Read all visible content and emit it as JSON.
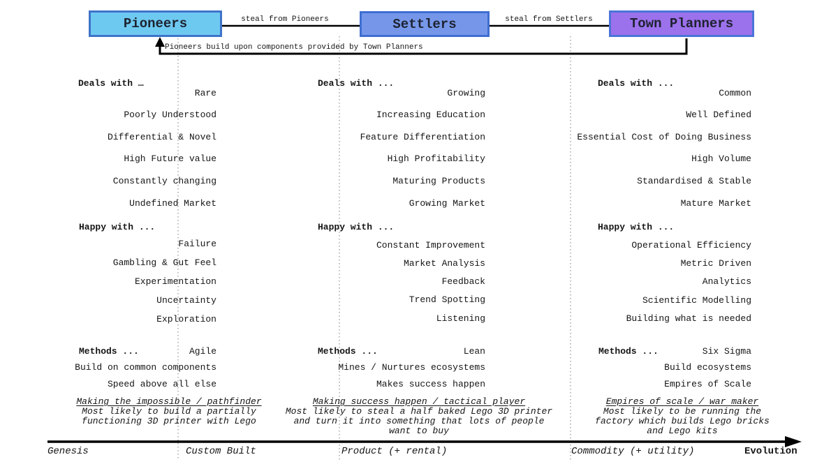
{
  "flow": {
    "boxes": [
      {
        "label": "Pioneers",
        "fill": "#6ec9f1",
        "border": "#3e74c9"
      },
      {
        "label": "Settlers",
        "fill": "#7697e9",
        "border": "#3f6ed2"
      },
      {
        "label": "Town Planners",
        "fill": "#9c71ec",
        "border": "#4a74d8"
      }
    ],
    "arrow_labels": [
      "steal from Pioneers",
      "steal from Settlers"
    ],
    "feedback_label": "Pioneers build upon components provided by Town Planners"
  },
  "columns": [
    {
      "deals_header": "Deals with …",
      "deals": [
        "Rare",
        "Poorly Understood",
        "Differential & Novel",
        "High Future value",
        "Constantly changing",
        "Undefined Market"
      ],
      "happy_header": "Happy with ...",
      "happy": [
        "Failure",
        "Gambling & Gut Feel",
        "Experimentation",
        "Uncertainty",
        "Exploration"
      ],
      "methods_header": "Methods ...",
      "methods_lead": "Agile",
      "methods": [
        "Build on common components",
        "Speed above all else"
      ],
      "tagline": "Making the impossible / pathfinder",
      "description": [
        "Most likely to build a partially",
        "functioning 3D printer with Lego"
      ]
    },
    {
      "deals_header": "Deals with ...",
      "deals": [
        "Growing",
        "Increasing Education",
        "Feature Differentiation",
        "High Profitability",
        "Maturing Products",
        "Growing Market"
      ],
      "happy_header": "Happy with ...",
      "happy": [
        "Constant Improvement",
        "Market Analysis",
        "Feedback",
        "Trend Spotting",
        "Listening"
      ],
      "methods_header": "Methods ...",
      "methods_lead": "Lean",
      "methods": [
        "Mines / Nurtures ecosystems",
        "Makes success happen"
      ],
      "tagline": "Making success happen / tactical player",
      "description": [
        "Most likely to steal a half baked Lego 3D printer",
        "and turn it into something that lots of people",
        "want to buy"
      ]
    },
    {
      "deals_header": "Deals with ...",
      "deals": [
        "Common",
        "Well Defined",
        "Essential Cost of Doing Business",
        "High Volume",
        "Standardised & Stable",
        "Mature Market"
      ],
      "happy_header": "Happy with ...",
      "happy": [
        "Operational Efficiency",
        "Metric Driven",
        "Analytics",
        "Scientific Modelling",
        "Building what is needed"
      ],
      "methods_header": "Methods ...",
      "methods_lead": "Six Sigma",
      "methods": [
        "Build ecosystems",
        "Empires of Scale"
      ],
      "tagline": "Empires of scale / war maker",
      "description": [
        "Most likely to be running the",
        "factory which builds Lego bricks",
        "and Lego kits"
      ]
    }
  ],
  "axis": {
    "stages": [
      "Genesis",
      "Custom Built",
      "Product (+ rental)",
      "Commodity (+ utility)"
    ],
    "direction_label": "Evolution"
  },
  "colors": {
    "line": "#000000",
    "dotted_divider": "#9a9a9a",
    "text": "#151515"
  }
}
